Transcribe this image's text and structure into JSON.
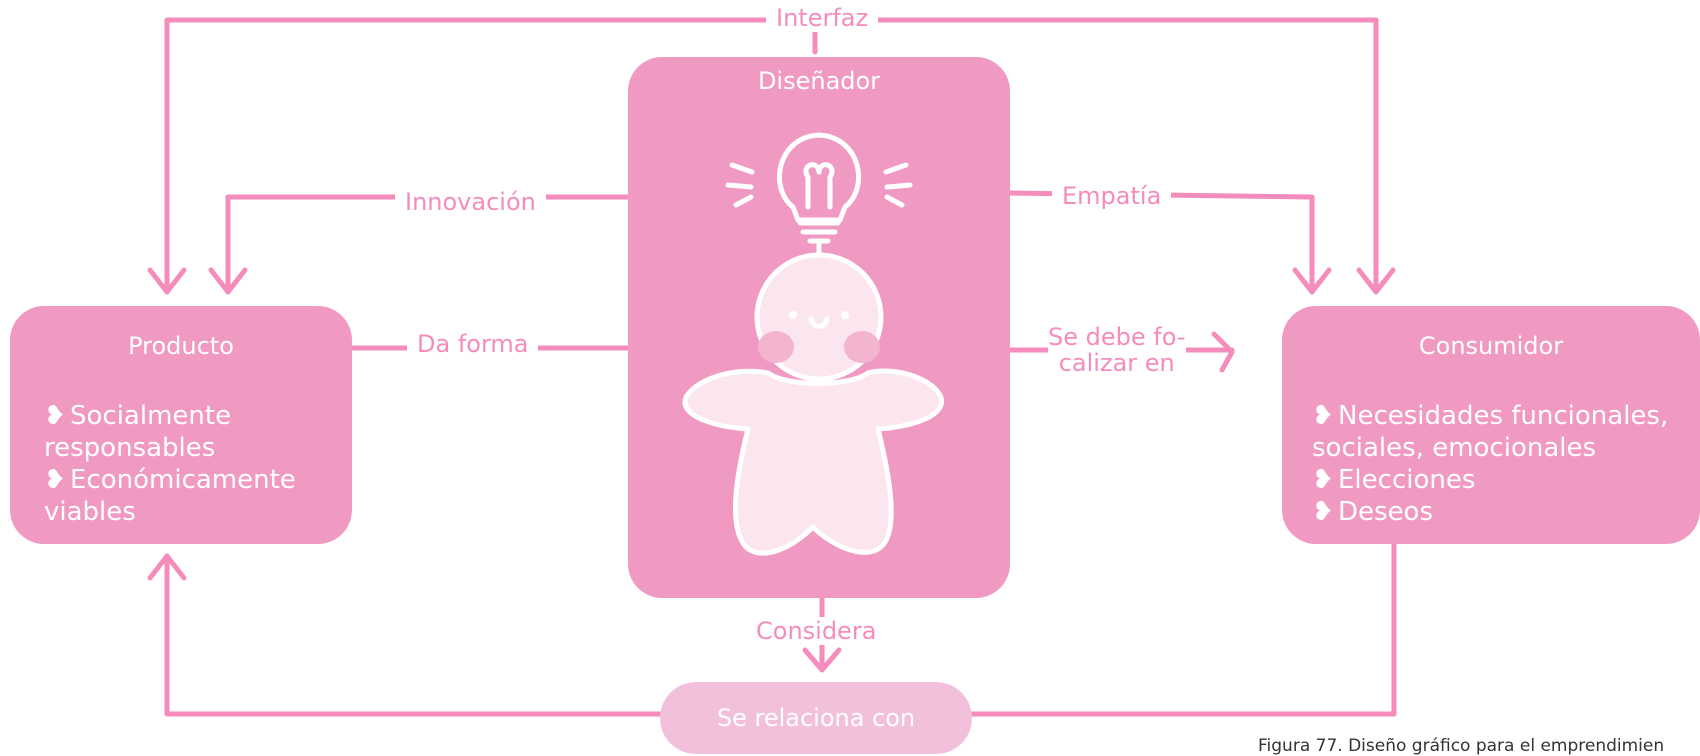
{
  "colors": {
    "box": "#f09ac3",
    "label": "#f58cbc",
    "line": "#f58cbc",
    "relaciona_bg": "#f3c0dc"
  },
  "labels": {
    "interfaz": "Interfaz",
    "innovacion": "Innovación",
    "empatia": "Empatía",
    "da_forma": "Da forma",
    "se_debe": "Se debe fo-\ncalizar en",
    "considera": "Considera"
  },
  "disenador": {
    "title": "Diseñador",
    "illustration": "lightbulb-character-illustration"
  },
  "producto": {
    "title": "Producto",
    "bullets": [
      "Socialmente responsables",
      "Económicamente viables"
    ]
  },
  "consumidor": {
    "title": "Consumidor",
    "bullets": [
      "Necesidades funcionales, sociales, emocionales",
      "Elecciones",
      "Deseos"
    ]
  },
  "relaciona": {
    "label": "Se relaciona con"
  },
  "caption": "Figura 77. Diseño gráfico para el emprendimien"
}
